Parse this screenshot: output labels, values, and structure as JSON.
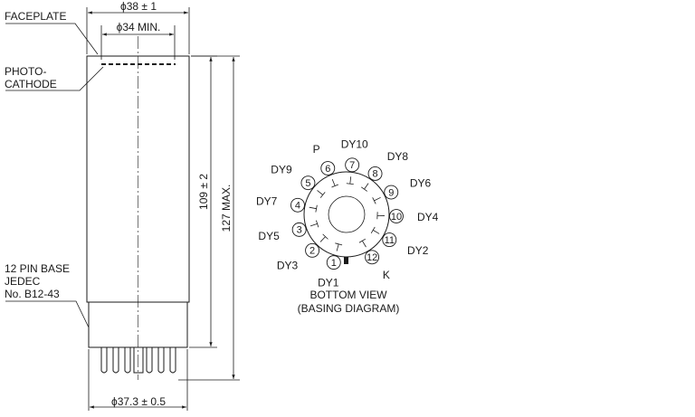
{
  "labels": {
    "faceplate": "FACEPLATE",
    "photocathode_1": "PHOTO-",
    "photocathode_2": "CATHODE",
    "base_1": "12 PIN BASE",
    "base_2": "JEDEC",
    "base_3": "No. B12-43"
  },
  "dimensions": {
    "outer_diameter": "ϕ38 ± 1",
    "min_diameter": "ϕ34 MIN.",
    "length": "109 ± 2",
    "max_length": "127 MAX.",
    "base_diameter": "ϕ37.3 ± 0.5"
  },
  "basing": {
    "title": "BOTTOM VIEW",
    "subtitle": "(BASING DIAGRAM)",
    "pins": [
      {
        "num": "1",
        "name": "DY1"
      },
      {
        "num": "2",
        "name": "DY3"
      },
      {
        "num": "3",
        "name": "DY5"
      },
      {
        "num": "4",
        "name": "DY7"
      },
      {
        "num": "5",
        "name": "DY9"
      },
      {
        "num": "6",
        "name": "P"
      },
      {
        "num": "7",
        "name": "DY10"
      },
      {
        "num": "8",
        "name": "DY8"
      },
      {
        "num": "9",
        "name": "DY6"
      },
      {
        "num": "10",
        "name": "DY4"
      },
      {
        "num": "11",
        "name": "DY2"
      },
      {
        "num": "12",
        "name": "K"
      }
    ]
  }
}
